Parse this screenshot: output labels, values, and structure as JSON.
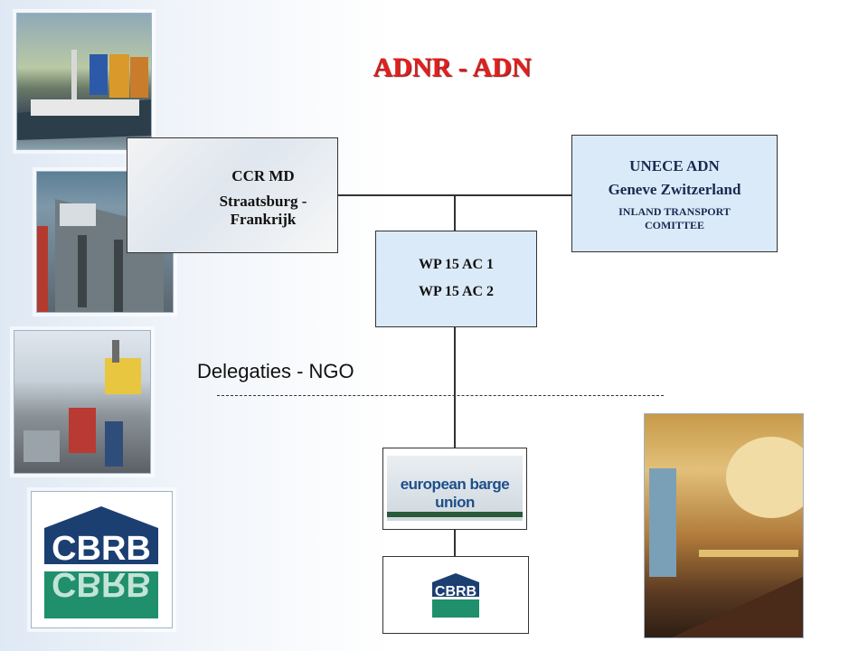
{
  "title": "ADNR - ADN",
  "ccr": {
    "line1": "CCR MD",
    "line2": "Straatsburg -",
    "line3": "Frankrijk"
  },
  "unece": {
    "line1": "UNECE ADN",
    "line2": "Geneve Zwitzerland",
    "line3": "INLAND TRANSPORT",
    "line4": "COMITTEE"
  },
  "wp": {
    "line1": "WP 15 AC 1",
    "line2": "WP 15 AC 2"
  },
  "ngo_label": "Delegaties - NGO",
  "ebu_logo_text": "european barge union",
  "cbrb_logo_text": "CBRB",
  "colors": {
    "title": "#e0201e",
    "box_fill": "#dbeaf8",
    "cbrb_blue": "#1c3f72",
    "cbrb_green": "#1f8f6c"
  }
}
